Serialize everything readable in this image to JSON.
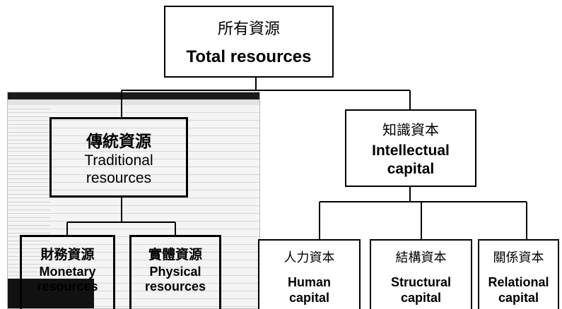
{
  "nodes": {
    "total": {
      "zh": "所有資源",
      "en": "Total resources"
    },
    "traditional": {
      "zh": "傳統資源",
      "en_line1": "Traditional",
      "en_line2": "resources"
    },
    "intellectual": {
      "zh": "知識資本",
      "en_line1": "Intellectual",
      "en_line2": "capital"
    },
    "monetary": {
      "zh": "財務資源",
      "en_line1": "Monetary",
      "en_line2": "resources"
    },
    "physical": {
      "zh": "實體資源",
      "en_line1": "Physical",
      "en_line2": "resources"
    },
    "human": {
      "zh": "人力資本",
      "en_line1": "Human",
      "en_line2": "capital"
    },
    "structural": {
      "zh": "結構資本",
      "en_line1": "Structural",
      "en_line2": "capital"
    },
    "relational": {
      "zh": "關係資本",
      "en_line1": "Relational",
      "en_line2": "capital"
    }
  },
  "edges": [
    [
      "total",
      "traditional"
    ],
    [
      "total",
      "intellectual"
    ],
    [
      "traditional",
      "monetary"
    ],
    [
      "traditional",
      "physical"
    ],
    [
      "intellectual",
      "human"
    ],
    [
      "intellectual",
      "structural"
    ],
    [
      "intellectual",
      "relational"
    ]
  ]
}
